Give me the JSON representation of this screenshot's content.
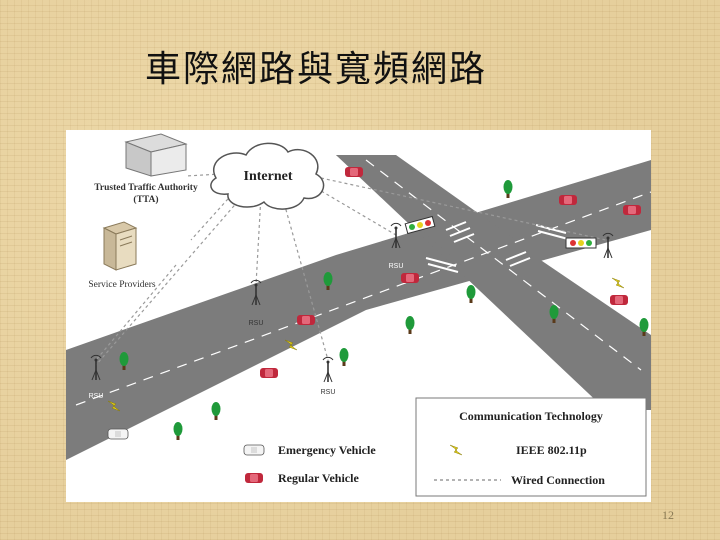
{
  "slide": {
    "title": "車際網路與寬頻網路",
    "page_number": "12"
  },
  "diagram": {
    "internet_label": "Internet",
    "tta_label_line1": "Trusted Traffic Authority",
    "tta_label_line2": "(TTA)",
    "service_providers_label": "Service Providers",
    "rsu_label": "RSU",
    "legend": {
      "title": "Communication Technology",
      "emergency_vehicle": "Emergency Vehicle",
      "regular_vehicle": "Regular Vehicle",
      "ieee": "IEEE 802.11p",
      "wired": "Wired Connection"
    },
    "colors": {
      "road": "#7c7c7c",
      "grass": "#ffffff",
      "regular_vehicle": "#c0283c",
      "tree": "#1f9a3a",
      "signal_bolt": "#e6d21e"
    }
  }
}
